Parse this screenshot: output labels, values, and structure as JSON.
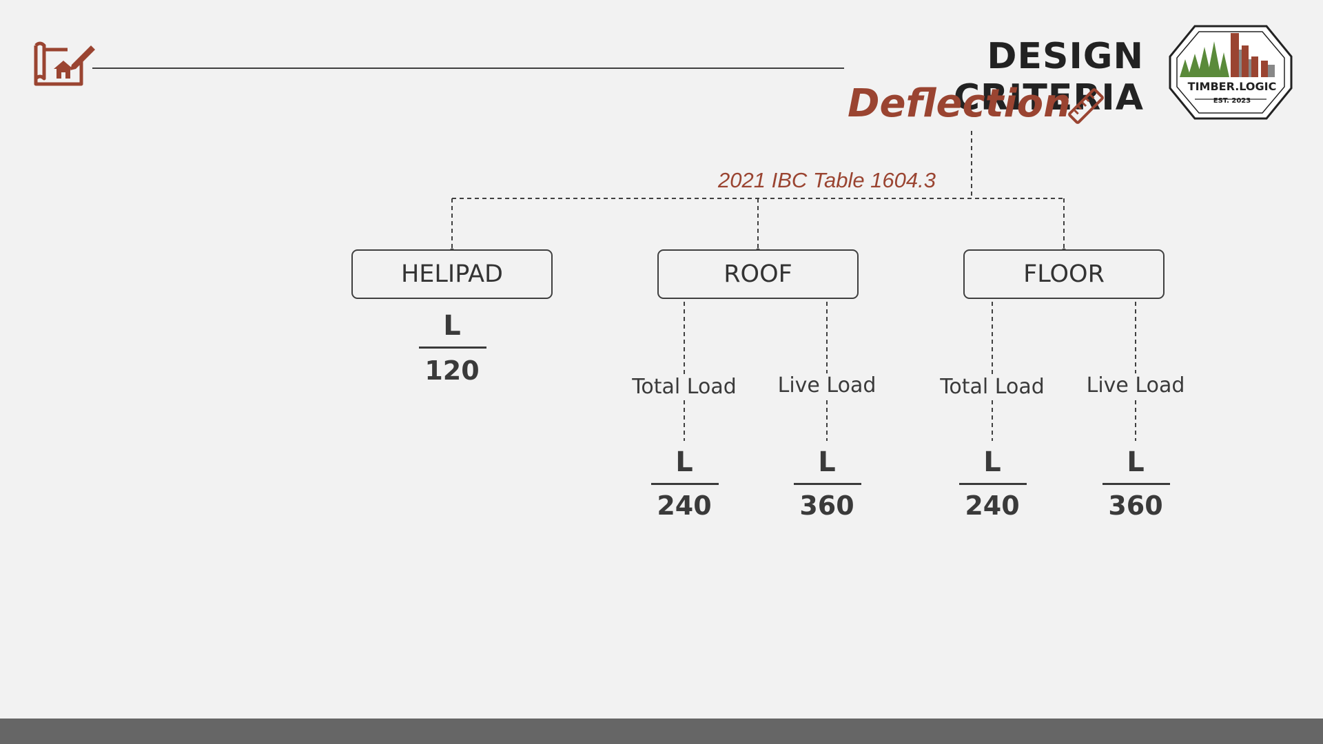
{
  "header": {
    "title": "DESIGN CRITERIA",
    "subtitle": "Deflection",
    "reference": "2021 IBC Table 1604.3"
  },
  "logo": {
    "name": "TIMBER.LOGIC",
    "est": "EST. 2023"
  },
  "nodes": [
    {
      "label": "HELIPAD",
      "numerator": "L",
      "denominator": "120"
    },
    {
      "label": "ROOF",
      "children": [
        {
          "label": "Total Load",
          "numerator": "L",
          "denominator": "240"
        },
        {
          "label": "Live Load",
          "numerator": "L",
          "denominator": "360"
        }
      ]
    },
    {
      "label": "FLOOR",
      "children": [
        {
          "label": "Total Load",
          "numerator": "L",
          "denominator": "240"
        },
        {
          "label": "Live Load",
          "numerator": "L",
          "denominator": "360"
        }
      ]
    }
  ],
  "colors": {
    "accent": "#9a4431",
    "text": "#3b3b3b",
    "background": "#f2f2f2",
    "footer": "#666666"
  },
  "icons": [
    "house-blueprint-icon",
    "ruler-icon",
    "timber-logic-logo"
  ]
}
